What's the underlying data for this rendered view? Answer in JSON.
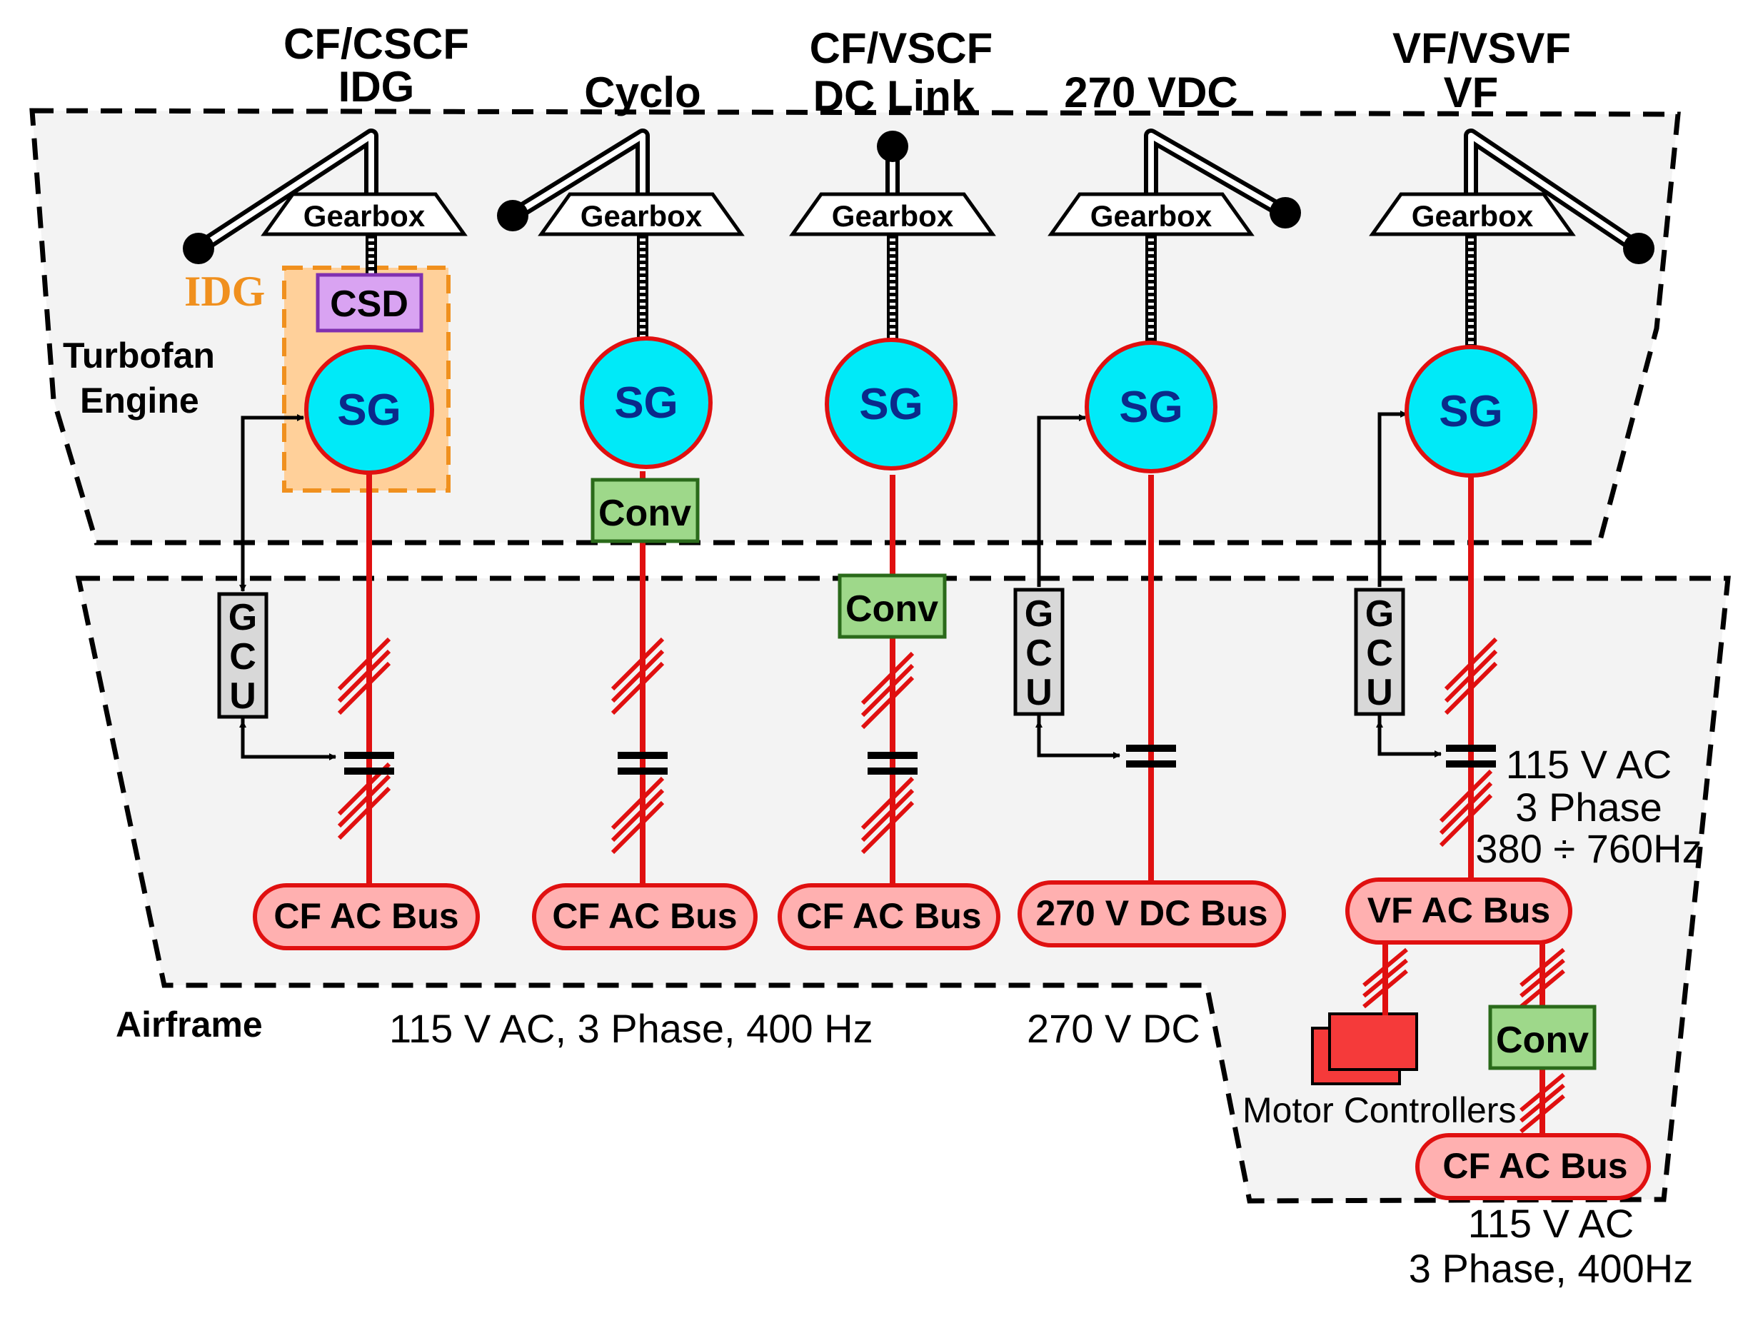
{
  "headers": {
    "idg_top": "CF/CSCF",
    "idg_bottom": "IDG",
    "cyclo": "Cyclo",
    "dclink_top": "CF/VSCF",
    "dclink_bottom": "DC Link",
    "vdc270": "270 VDC",
    "vf_top": "VF/VSVF",
    "vf_bottom": "VF"
  },
  "regions": {
    "engine_label_line1": "Turbofan",
    "engine_label_line2": "Engine",
    "airframe_label": "Airframe",
    "idg_label": "IDG"
  },
  "components": {
    "gearbox": "Gearbox",
    "sg": "SG",
    "csd": "CSD",
    "conv": "Conv",
    "gcu_letters": [
      "G",
      "C",
      "U"
    ]
  },
  "buses": {
    "cf_ac": "CF AC Bus",
    "dc270": "270 V DC Bus",
    "vf_ac": "VF AC Bus"
  },
  "annotations": {
    "ac_400": "115 V AC, 3 Phase, 400 Hz",
    "dc_270": "270 V DC",
    "vf_line1": "115 V AC",
    "vf_line2": "3 Phase",
    "vf_line3": "380 ÷ 760Hz",
    "motor_controllers": "Motor Controllers",
    "cf_out_line1": "115 V AC",
    "cf_out_line2": "3 Phase, 400Hz"
  },
  "colors": {
    "sg_fill": "#00eaf8",
    "wire_red": "#e01010",
    "bus_fill": "#ffb0b0",
    "conv_fill": "#9ed88a",
    "csd_fill": "#d9a3f2",
    "idg_fill": "#ffd09a",
    "idg_orange": "#f0901e",
    "gcu_fill": "#d8d8d8",
    "region_fill": "#f3f3f3",
    "motor_fill": "#f53a3a"
  }
}
